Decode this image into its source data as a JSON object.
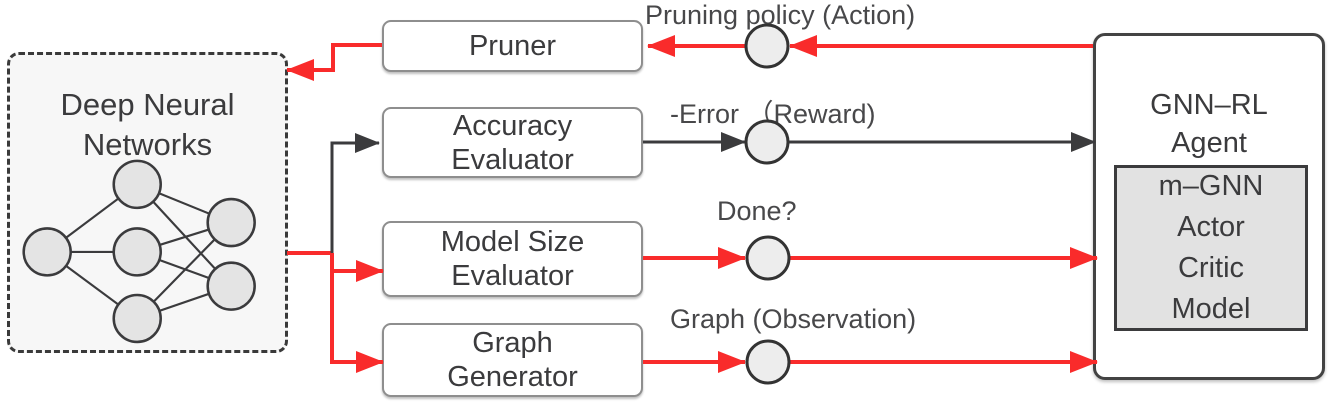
{
  "colors": {
    "red": "#f92b2b",
    "dark": "#3b3b3d",
    "label_gray": "#48484a",
    "box_border_gray": "#8e8e8e",
    "node_fill": "#e4e4e4",
    "dnn_fill": "#f7f7f7",
    "inner_fill": "#e2e2e2",
    "circle_fill": "#ededed"
  },
  "dnn_box": {
    "title_line1": "Deep Neural",
    "title_line2": "Networks"
  },
  "modules": {
    "pruner": "Pruner",
    "accuracy_line1": "Accuracy",
    "accuracy_line2": "Evaluator",
    "model_size_line1": "Model Size",
    "model_size_line2": "Evaluator",
    "graph_line1": "Graph",
    "graph_line2": "Generator"
  },
  "agent_box": {
    "title_line1": "GNN–RL",
    "title_line2": "Agent",
    "inner_line1": "m–GNN",
    "inner_line2": "Actor",
    "inner_line3": "Critic",
    "inner_line4": "Model"
  },
  "edge_labels": {
    "action": "Pruning policy (Action)",
    "reward": "-Error （Reward)",
    "done": "Done?",
    "observation": "Graph (Observation)"
  }
}
